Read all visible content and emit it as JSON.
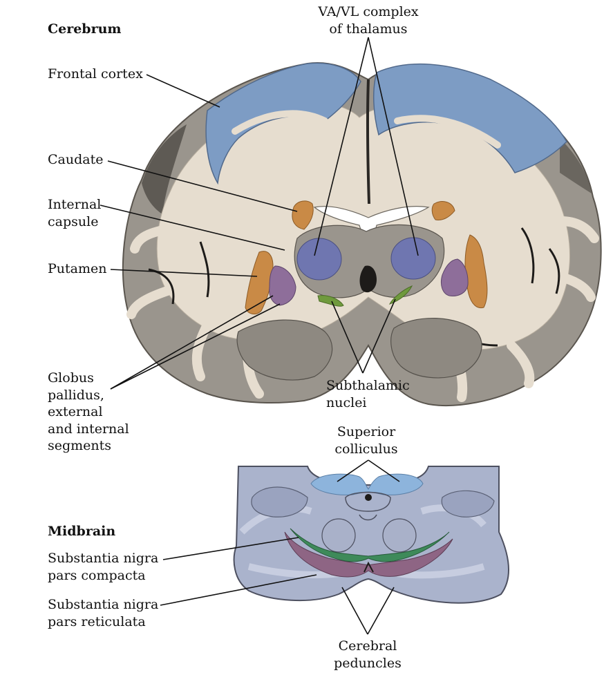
{
  "sections": {
    "cerebrum": "Cerebrum",
    "midbrain": "Midbrain"
  },
  "labels": {
    "frontal_cortex": "Frontal cortex",
    "caudate": "Caudate",
    "internal_capsule": [
      "Internal",
      "capsule"
    ],
    "putamen": "Putamen",
    "globus_pallidus": [
      "Globus",
      "pallidus,",
      "external",
      "and internal",
      "segments"
    ],
    "va_vl_complex": [
      "VA/VL complex",
      "of thalamus"
    ],
    "subthalamic_nuclei": [
      "Subthalamic",
      "nuclei"
    ],
    "superior_colliculus": [
      "Superior",
      "colliculus"
    ],
    "substantia_nigra_compacta": [
      "Substantia nigra",
      "pars compacta"
    ],
    "substantia_nigra_reticulata": [
      "Substantia nigra",
      "pars reticulata"
    ],
    "cerebral_peduncles": [
      "Cerebral",
      "peduncles"
    ]
  },
  "colors": {
    "gray_matter": "#9a958d",
    "white_matter": "#e6ddcf",
    "frontal_cortex": "#7d9cc4",
    "caudate_putamen": "#c98a46",
    "globus_pallidus": "#8e6e9a",
    "thalamus_va_vl": "#6f76b0",
    "subthalamic": "#6f9a3d",
    "colliculus": "#8db4dc",
    "nigra_compacta": "#3e8a5a",
    "nigra_reticulata": "#8e6584",
    "midbrain_tissue": "#aab3cc"
  }
}
